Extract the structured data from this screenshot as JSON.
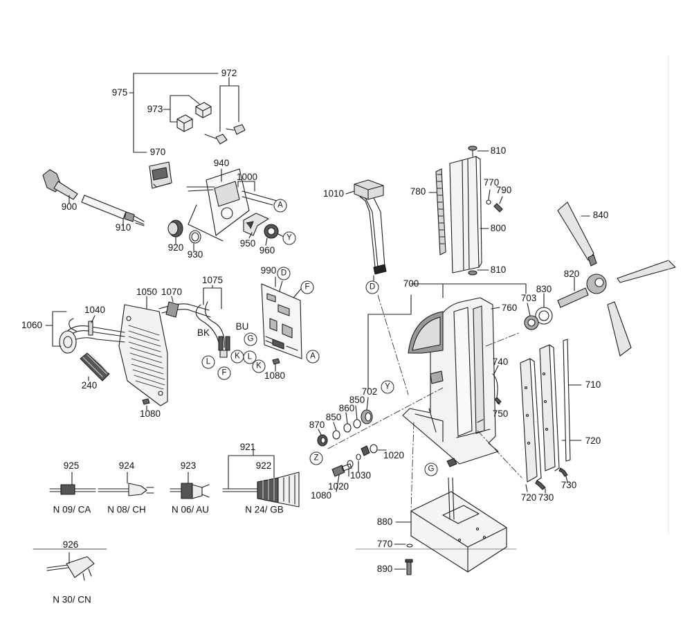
{
  "labels": {
    "p972": "972",
    "p975": "975",
    "p973": "973",
    "p970": "970",
    "p940": "940",
    "p1000": "1000",
    "p900": "900",
    "p910": "910",
    "p920": "920",
    "p930": "930",
    "p950": "950",
    "p960": "960",
    "p1010": "1010",
    "p810a": "810",
    "p780": "780",
    "p770a": "770",
    "p790": "790",
    "p800": "800",
    "p810b": "810",
    "p840": "840",
    "p820": "820",
    "p830": "830",
    "p703": "703",
    "p760": "760",
    "p700": "700",
    "p990": "990",
    "p1075": "1075",
    "p1050": "1050",
    "p1070": "1070",
    "p1040": "1040",
    "p1060": "1060",
    "pBK": "BK",
    "pBU": "BU",
    "p240": "240",
    "p1080a": "1080",
    "p1080b": "1080",
    "p740": "740",
    "p750": "750",
    "p710": "710",
    "p720a": "720",
    "p720b": "720",
    "p730a": "730",
    "p730b": "730",
    "p702": "702",
    "p850a": "850",
    "p860": "860",
    "p850b": "850",
    "p870": "870",
    "p1020a": "1020",
    "p1030": "1030",
    "p1020b": "1020",
    "p1080c": "1080",
    "p921": "921",
    "p922": "922",
    "p925": "925",
    "p924": "924",
    "p923": "923",
    "p880": "880",
    "p770b": "770",
    "p890": "890",
    "p926": "926"
  },
  "callouts": {
    "cA1": "A",
    "cY1": "Y",
    "cD1": "D",
    "cF1": "F",
    "cG1": "G",
    "cL1": "L",
    "cK1": "K",
    "cL2": "L",
    "cK2": "K",
    "cF2": "F",
    "cA2": "A",
    "cY2": "Y",
    "cZ": "Z",
    "cG2": "G"
  },
  "plug_captions": {
    "ca": "N 09/ CA",
    "ch": "N 08/ CH",
    "au": "N 06/ AU",
    "gb": "N 24/ GB",
    "cn": "N 30/ CN"
  },
  "colors": {
    "line": "#1a1a1a",
    "fill_light": "#f2f2f2",
    "fill_mid": "#c8c8c8",
    "fill_dark": "#6f6f6f"
  }
}
